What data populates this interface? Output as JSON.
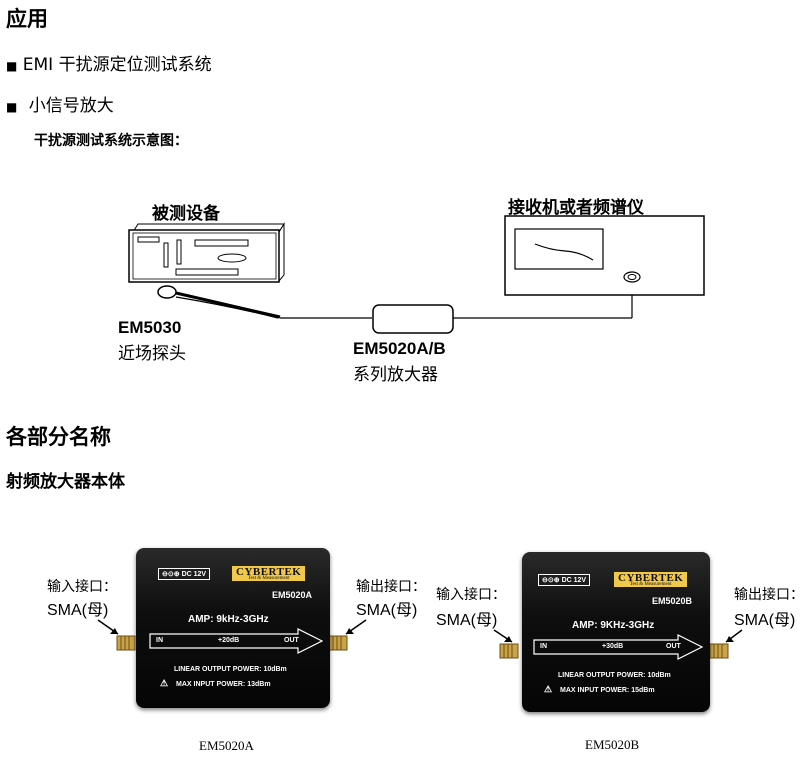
{
  "section1": {
    "title": "应用",
    "bullets": [
      "EMI 干扰源定位测试系统",
      "小信号放大"
    ],
    "bullet_glyph": "■",
    "caption": "干扰源测试系统示意图："
  },
  "diagram": {
    "device_label": "被测设备",
    "receiver_label": "接收机或者频谱仪",
    "probe_model": "EM5030",
    "probe_name": "近场探头",
    "amp_model": "EM5020A/B",
    "amp_name": "系列放大器"
  },
  "section2": {
    "title": "各部分名称",
    "subtitle": "射频放大器本体"
  },
  "units": [
    {
      "input_label": "输入接口：",
      "input_type": "SMA(母)",
      "output_label": "输出接口：",
      "output_type": "SMA(母)",
      "dc": "DC 12V",
      "brand": "CYBERTEK",
      "brand_sub": "Test & Measurement",
      "model_tag": "EM5020A",
      "amp": "AMP:  9kHz-3GHz",
      "in": "IN",
      "gain": "+20dB",
      "out": "OUT",
      "linear": "LINEAR OUTPUT POWER:  10dBm",
      "max": "MAX INPUT POWER:  13dBm",
      "caption": "EM5020A"
    },
    {
      "input_label": "输入接口：",
      "input_type": "SMA(母)",
      "output_label": "输出接口：",
      "output_type": "SMA(母)",
      "dc": "DC 12V",
      "brand": "CYBERTEK",
      "brand_sub": "Test & Measurement",
      "model_tag": "EM5020B",
      "amp": "AMP:  9KHz-3GHz",
      "in": "IN",
      "gain": "+30dB",
      "out": "OUT",
      "linear": "LINEAR OUTPUT POWER:  10dBm",
      "max": "MAX INPUT POWER:  15dBm",
      "caption": "EM5020B"
    }
  ]
}
